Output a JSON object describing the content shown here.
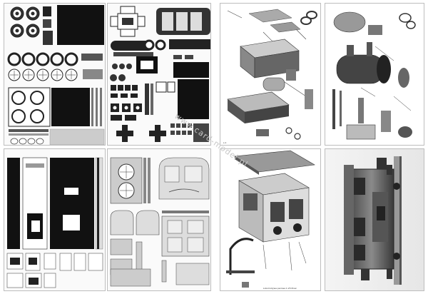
{
  "watermark": "www.card-model.pl",
  "caption": "Lokomotywa parowa  1:25 Pixel",
  "sheets": [
    {
      "name": "sheet-1",
      "kind": "parts-wheels"
    },
    {
      "name": "sheet-2",
      "kind": "parts-boiler"
    },
    {
      "name": "sheet-3",
      "kind": "assembly-cab"
    },
    {
      "name": "sheet-4",
      "kind": "assembly-boiler"
    },
    {
      "name": "sheet-5",
      "kind": "parts-frames"
    },
    {
      "name": "sheet-6",
      "kind": "parts-panels"
    },
    {
      "name": "sheet-7",
      "kind": "assembly-body"
    },
    {
      "name": "sheet-8",
      "kind": "photo"
    }
  ]
}
